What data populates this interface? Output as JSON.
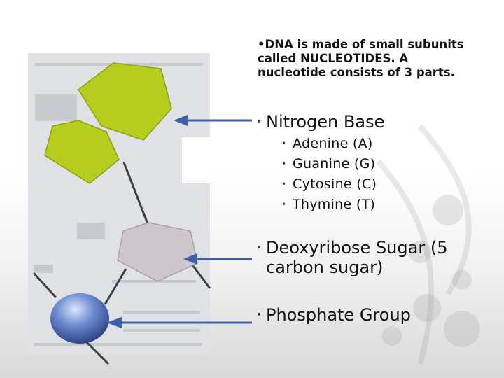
{
  "slide": {
    "intro": "•DNA is made of small subunits called NUCLEOTIDES. A nucleotide consists of 3 parts.",
    "bullet_symbol": "•",
    "parts": [
      {
        "label": "Nitrogen Base",
        "sub_items": [
          "Adenine (A)",
          "Guanine (G)",
          "Cytosine (C)",
          "Thymine (T)"
        ]
      },
      {
        "label": "Deoxyribose Sugar (5 carbon sugar)"
      },
      {
        "label": "Phosphate Group"
      }
    ]
  },
  "figure": {
    "nitrogen_base_color": "#b6cc1e",
    "sugar_color": "#cfc5cd",
    "phosphate_color": "#5f7fc0",
    "arrow_color": "#3b62a8"
  }
}
